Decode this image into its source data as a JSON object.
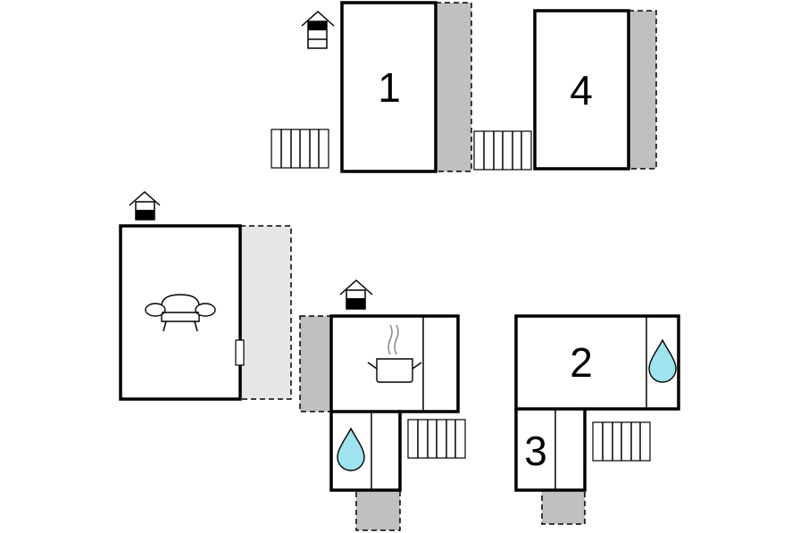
{
  "rooms": {
    "room_1": {
      "label": "1"
    },
    "room_4": {
      "label": "4"
    },
    "room_2": {
      "label": "2"
    },
    "room_3": {
      "label": "3"
    }
  },
  "icons": [
    "entrance-icon",
    "sofa-icon",
    "cooking-pot-icon",
    "water-drop-icon",
    "stairs-icon"
  ],
  "colors": {
    "wall": "#000000",
    "terrace_dark": "#c0c0c0",
    "terrace_light": "#e6e6e6",
    "water": "#9fe3ee"
  }
}
